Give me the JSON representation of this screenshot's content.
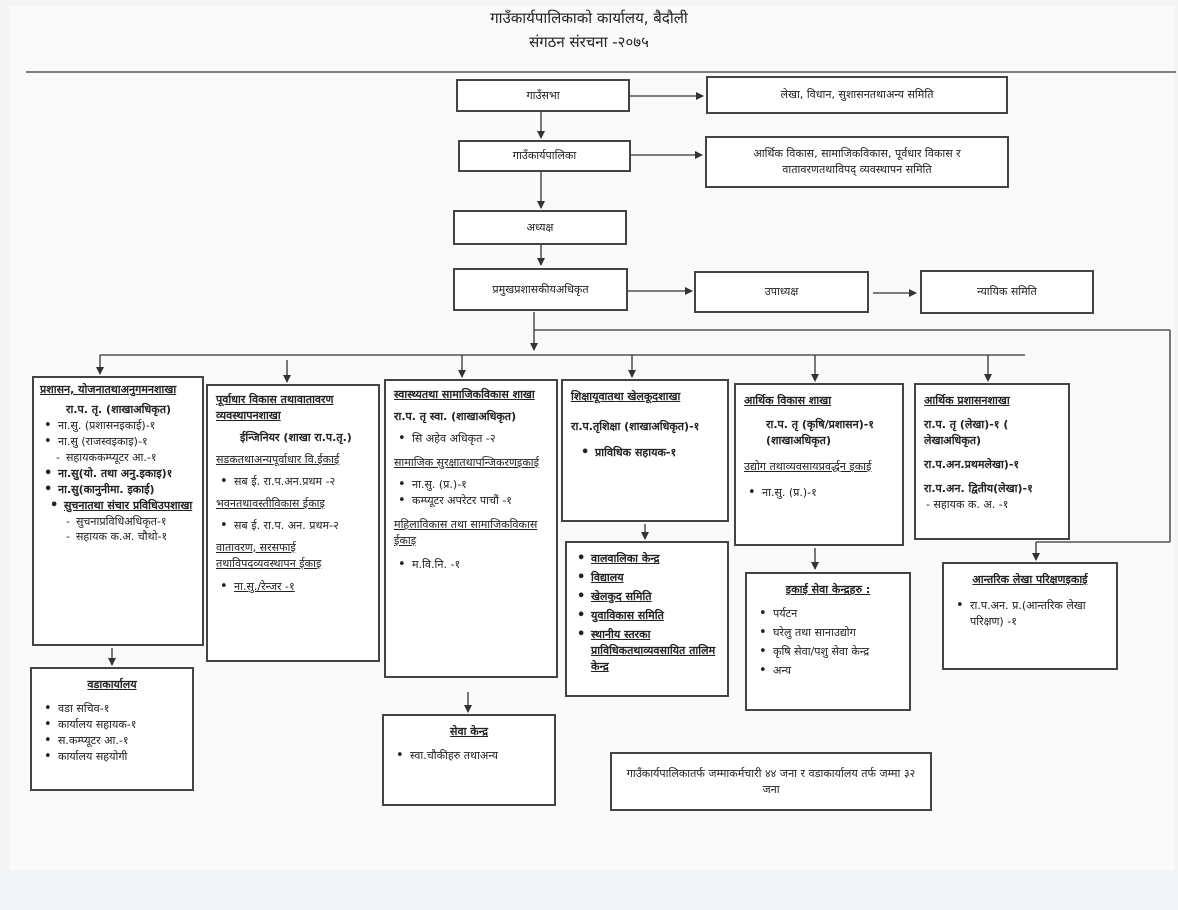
{
  "header": {
    "line1": "गाउँकार्यपालिकाको कार्यालय, बैदौली",
    "line2": "संगठन संरचना -२०७५"
  },
  "top": {
    "gaunsabha": "गाउँसभा",
    "gaunsabha_committees": "लेखा, विधान, सुशासनतथाअन्य समिति",
    "gaunkaryapalika": "गाउँकार्यपालिका",
    "karyapalika_committees": "आर्थिक विकास, सामाजिकविकास, पूर्वधार विकास र वातावरणतथाविपद् व्यवस्थापन समिति",
    "adhyaksha": "अध्यक्ष",
    "cao": "प्रमुखप्रशासकीयअधिकृत",
    "upadhyaksha": "उपाध्यक्ष",
    "nyayik": "न्यायिक समिति"
  },
  "admin": {
    "title": "प्रशासन, योजनातथाअनुगमनशाखा",
    "head": "रा.प. तृ. (शाखाअधिकृत)",
    "i1": "ना.सु. (प्रशासनइकाई)-१",
    "i2": "ना.सु (राजस्वइकाइ)-१",
    "i2a": "सहायककम्प्यूटर आ.-१",
    "i3": "ना.सु(यो. तथा अनु.इकाइ)१",
    "i4": "ना.सु(कानुनीमा. इकाई)",
    "i5": "सुचनातथा संचार प्रविधिउपशाखा",
    "i5a": "सुचनाप्रविधिअधिकृत-१",
    "i5b": "सहायक क.अ. चौथो-१"
  },
  "ward": {
    "title": "वडाकार्यालय",
    "items": [
      "वडा सचिव-१",
      "कार्यालय सहायक-१",
      "स.कम्प्यूटर आ.-१",
      "कार्यालय सहयोगी"
    ]
  },
  "infra": {
    "title": "पूर्वाधार विकास तथावातावरण व्यवस्थापनशाखा",
    "head": "ईन्जिनियर (शाखा रा.प.तृ.)",
    "u1": "सडकतथाअन्यपूर्वाधार वि.ईकाई",
    "u1i": "सब ई. रा.प.अन.प्रथम -२",
    "u2": "भवनतथावस्तीविकास ईकाइ",
    "u2i": "सब ई. रा.प. अन. प्रथम-२",
    "u3": "वातावरण, सरसफाई तथाविपदव्यवस्थापन ईकाइ",
    "u3i": "ना.सु./रेन्जर -१"
  },
  "health": {
    "title": "स्वास्थ्यतथा सामाजिकविकास शाखा",
    "head": "रा.प. तृ स्वा. (शाखाअधिकृत)",
    "i1": "सि अहेव अधिकृत -२",
    "u1": "सामाजिक सुरक्षातथापन्जिकरणइकाई",
    "u1a": "ना.सु. (प्र.)-१",
    "u1b": "कम्प्यूटर अपरेटर पाचौं -१",
    "u2": "महिलाविकास तथा सामाजिकविकास ईकाइ",
    "u2a": "म.वि.नि. -१"
  },
  "seva": {
    "title": "सेवा केन्द्र",
    "items": [
      "स्वा.चौकीहरु तथाअन्य"
    ]
  },
  "edu": {
    "title": "शिक्षायूवातथा खेलकूदशाखा",
    "head": "रा.प.तृशिक्षा (शाखाअधिकृत)-१",
    "item": "प्राविधिक सहायक-१"
  },
  "edu_sub": {
    "items": [
      "वालवालिका केन्द्र",
      "विद्यालय",
      "खेलकुद समिति",
      "युवाविकास समिति",
      "स्थानीय स्तरका प्राविधिकतथाव्यवसायित तालिम केन्द्र"
    ]
  },
  "econ": {
    "title": "आर्थिक विकास शाखा",
    "head": "रा.प. तृ (कृषि/प्रशासन)-१ (शाखाअधिकृत)",
    "unit": "उद्योग तथाव्यवसायप्रवर्द्धन इकाई",
    "unit_item": "ना.सु. (प्र.)-१"
  },
  "service_centers": {
    "title": "इकाई सेवा केन्द्रहरु :",
    "items": [
      "पर्यटन",
      "घरेलु तथा सानाउद्योग",
      "कृषि सेवा/पशु सेवा केन्द्र",
      "अन्य"
    ]
  },
  "finadmin": {
    "title": "आर्थिक प्रशासनशाखा",
    "i1": "रा.प. तृ (लेखा)-१ ( लेखाअधिकृत)",
    "i2": "रा.प.अन.प्रथमलेखा)-१",
    "i3": "रा.प.अन. द्वितीय(लेखा)-१",
    "i3a": "सहायक क. अ. -१"
  },
  "audit": {
    "title": "आन्तरिक लेखा परिक्षणइकाई",
    "items": [
      "रा.प.अन. प्र.(आन्तरिक लेखा परिक्षण) -१"
    ]
  },
  "summary": "गाउँकार्यपालिकातर्फ जम्माकर्मचारी ४४ जना र वडाकार्यालय तर्फ जम्मा ३२ जना"
}
